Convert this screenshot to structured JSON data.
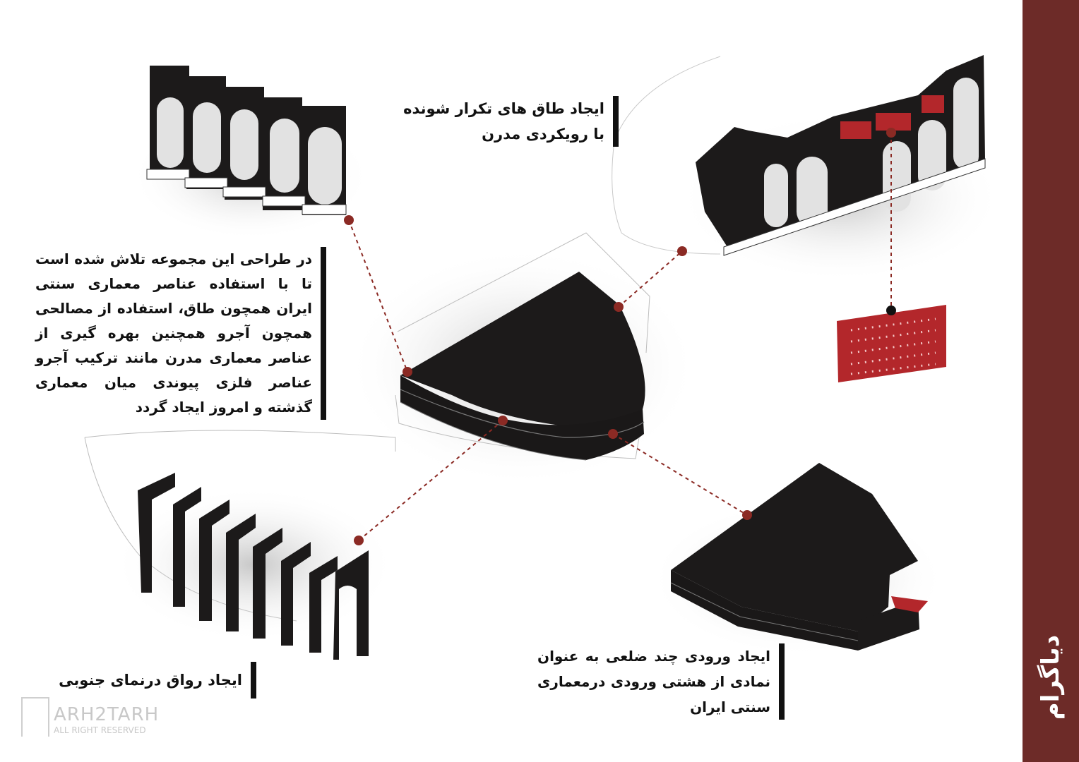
{
  "sidebar": {
    "title": "دیاگرام",
    "color": "#6d2b28"
  },
  "captions": {
    "arches": [
      "ایجاد طاق های تکرار شونده",
      "با رویکردی مدرن"
    ],
    "main": "در طراحی این مجموعه تلاش شده است تا با استفاده عناصر معماری سنتی ایران همچون طاق، استفاده از مصالحی همچون آجرو همچنین بهره گیری از عناصر معماری مدرن مانند ترکیب آجرو عناصر فلزی پیوندی میان معماری گذشته و امروز ایجاد گردد",
    "portico": "ایجاد رواق درنمای جنوبی",
    "entry": "ایجاد ورودی چند ضلعی به عنوان نمادی از هشتی ورودی درمعماری سنتی ایران"
  },
  "logo": {
    "text": "ARH2TARH",
    "subtext": "ALL RIGHT RESERVED"
  },
  "colors": {
    "accent": "#8b2a24",
    "mass": "#1c1a1a",
    "panel": "#b3272b"
  }
}
